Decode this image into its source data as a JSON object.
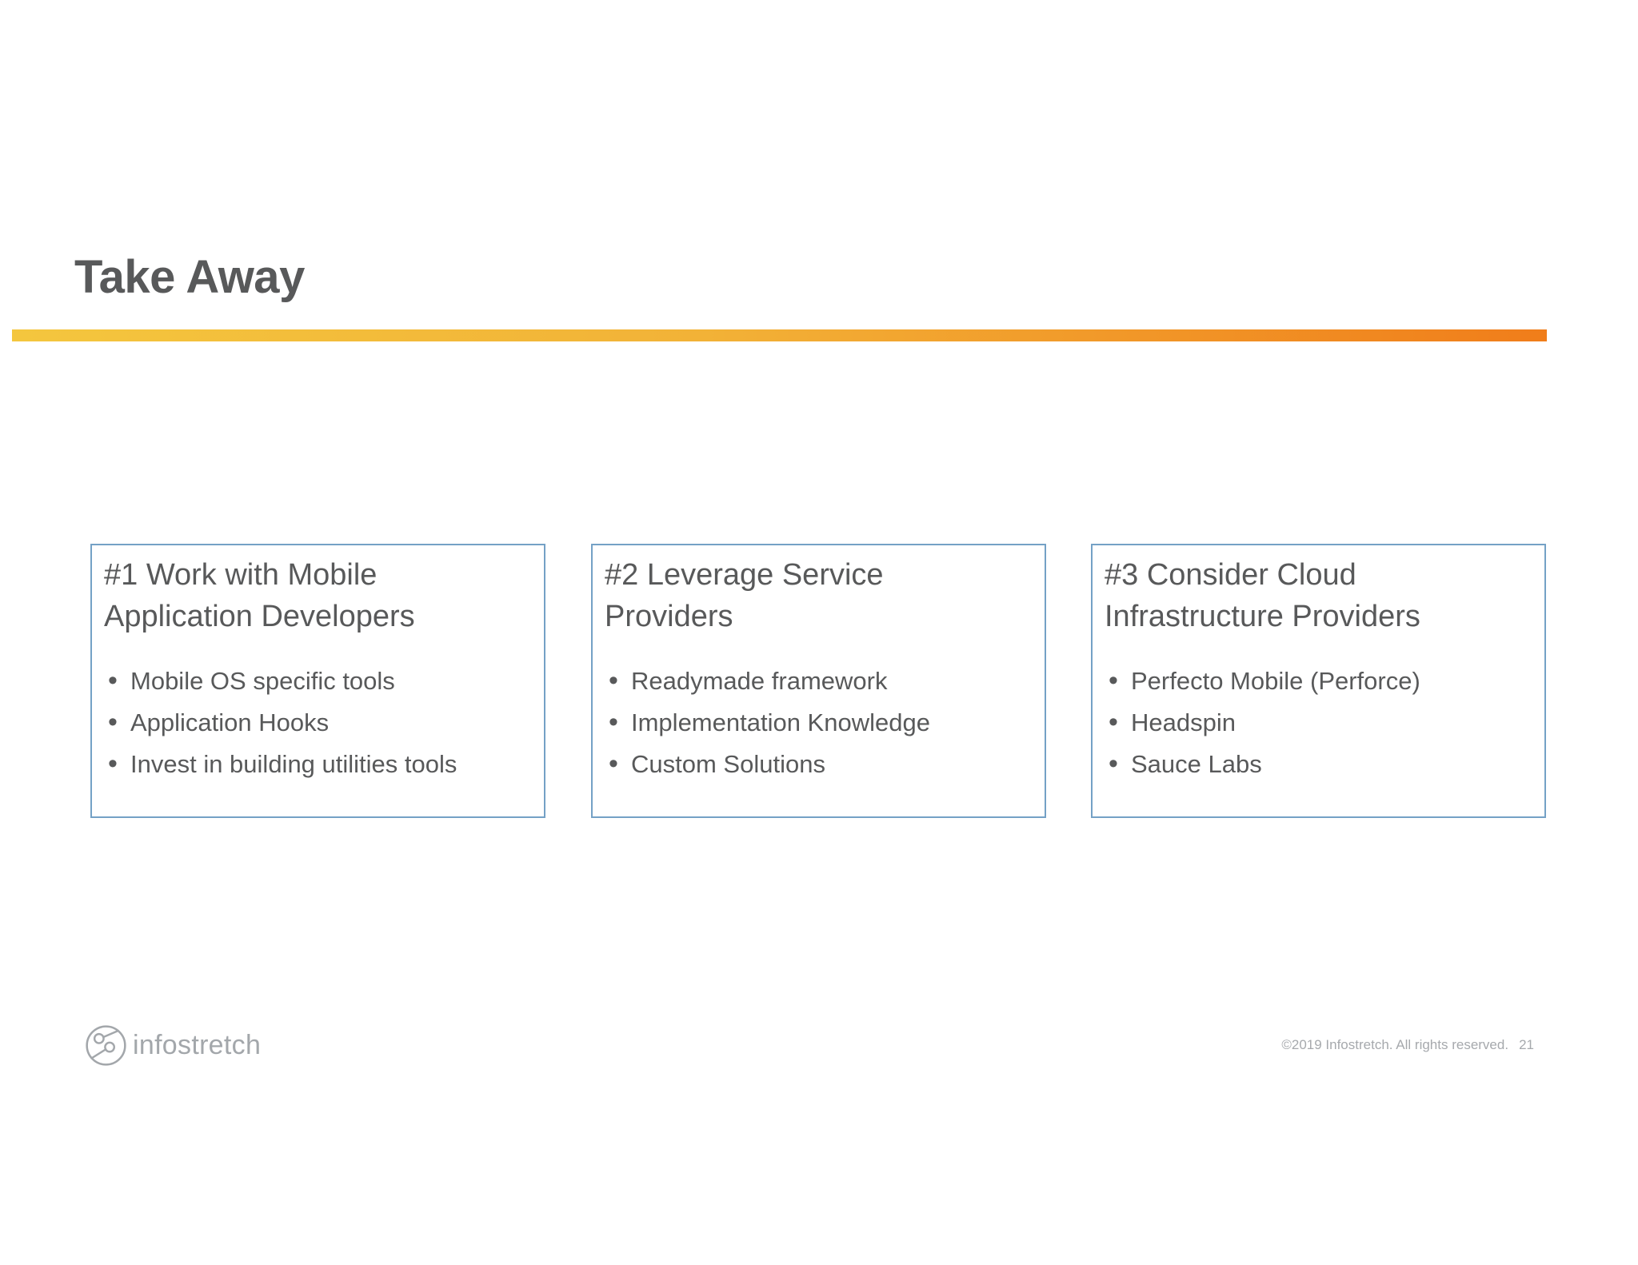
{
  "slide": {
    "title": "Take Away",
    "boxes": [
      {
        "heading": "#1 Work with Mobile\nApplication Developers",
        "bullets": [
          "Mobile OS specific tools",
          "Application Hooks",
          "Invest in building utilities tools"
        ]
      },
      {
        "heading": "#2 Leverage Service\nProviders",
        "bullets": [
          "Readymade framework",
          "Implementation Knowledge",
          "Custom Solutions"
        ]
      },
      {
        "heading": "#3 Consider Cloud\nInfrastructure Providers",
        "bullets": [
          "Perfecto Mobile (Perforce)",
          "Headspin",
          "Sauce Labs"
        ]
      }
    ]
  },
  "footer": {
    "logo_text": "infostretch",
    "logo_icon": "network-nodes-icon",
    "copyright": "©2019 Infostretch. All rights reserved.",
    "page_number": "21"
  },
  "colors": {
    "text": "#58595a",
    "accent-from": "#f4c63e",
    "accent-mid": "#f2b237",
    "accent-to": "#f07d1a",
    "box-border": "#74a1c6",
    "logo-gray": "#a3a7ab",
    "muted-gray": "#a6a9ad"
  }
}
